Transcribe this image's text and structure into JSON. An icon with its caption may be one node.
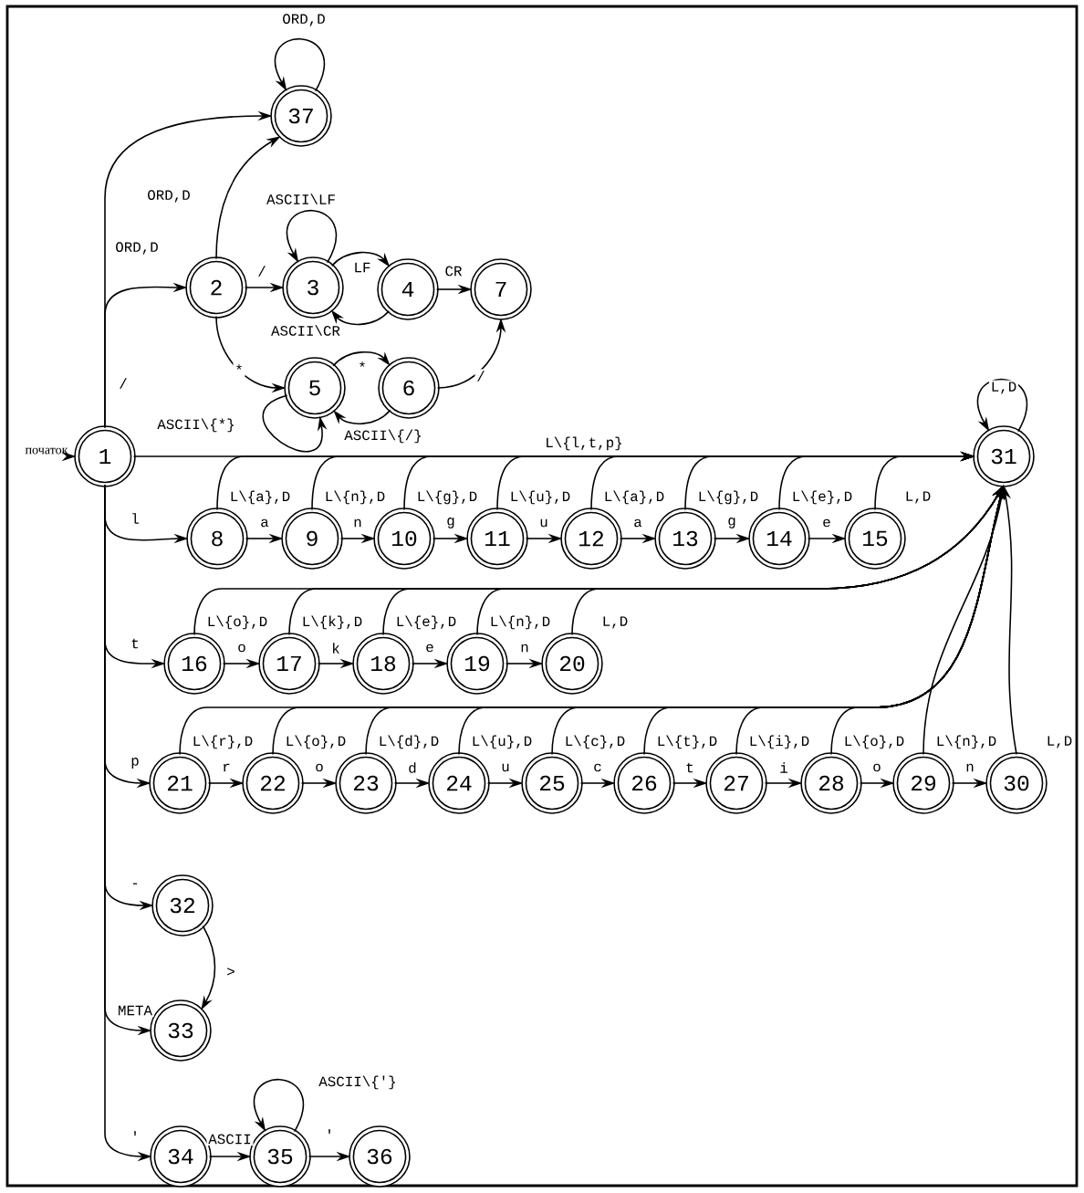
{
  "diagram": {
    "nodes": [
      {
        "text": [
          "1"
        ]
      },
      {
        "text": [
          "2"
        ]
      },
      {
        "text": [
          "3"
        ]
      },
      {
        "text": [
          "4"
        ]
      },
      {
        "text": [
          "5"
        ]
      },
      {
        "text": [
          "6"
        ]
      },
      {
        "text": [
          "7"
        ]
      },
      {
        "text": [
          "8"
        ]
      },
      {
        "text": [
          "9"
        ]
      },
      {
        "text": [
          "10"
        ]
      },
      {
        "text": [
          "11"
        ]
      },
      {
        "text": [
          "12"
        ]
      },
      {
        "text": [
          "13"
        ]
      },
      {
        "text": [
          "14"
        ]
      },
      {
        "text": [
          "15"
        ]
      },
      {
        "text": [
          "16"
        ]
      },
      {
        "text": [
          "17"
        ]
      },
      {
        "text": [
          "18"
        ]
      },
      {
        "text": [
          "19"
        ]
      },
      {
        "text": [
          "20"
        ]
      },
      {
        "text": [
          "21"
        ]
      },
      {
        "text": [
          "22"
        ]
      },
      {
        "text": [
          "23"
        ]
      },
      {
        "text": [
          "24"
        ]
      },
      {
        "text": [
          "25"
        ]
      },
      {
        "text": [
          "26"
        ]
      },
      {
        "text": [
          "27"
        ]
      },
      {
        "text": [
          "28"
        ]
      },
      {
        "text": [
          "29"
        ]
      },
      {
        "text": [
          "30"
        ]
      },
      {
        "text": [
          "31"
        ]
      },
      {
        "text": [
          "32"
        ]
      },
      {
        "text": [
          "33"
        ]
      },
      {
        "text": [
          "34"
        ]
      },
      {
        "text": [
          "35"
        ]
      },
      {
        "text": [
          "36"
        ]
      },
      {
        "text": [
          "37"
        ]
      },
      {
        "text": [
          "початок"
        ]
      }
    ],
    "edges": [
      {
        "from": 37,
        "to": 0,
        "arrow": "to"
      },
      {
        "from": 0,
        "to": 36,
        "arrow": "to",
        "label": "ORD,D"
      },
      {
        "from": 0,
        "to": 1,
        "arrow": "to",
        "label": "/"
      },
      {
        "from": 1,
        "to": 36,
        "arrow": "to",
        "label": "ORD,D"
      },
      {
        "from": 36,
        "to": 36,
        "arrow": "to",
        "label": "ORD,D"
      },
      {
        "from": 1,
        "to": 2,
        "arrow": "to",
        "label": "/"
      },
      {
        "from": 2,
        "to": 2,
        "arrow": "to",
        "label": "ASCII\\LF"
      },
      {
        "from": 2,
        "to": 3,
        "arrow": "to",
        "label": "LF"
      },
      {
        "from": 3,
        "to": 2,
        "arrow": "to",
        "label": "ASCII\\CR"
      },
      {
        "from": 3,
        "to": 6,
        "arrow": "to",
        "label": "CR"
      },
      {
        "from": 1,
        "to": 4,
        "arrow": "to",
        "label": "*"
      },
      {
        "from": 4,
        "to": 5,
        "arrow": "to",
        "label": "*"
      },
      {
        "from": 5,
        "to": 4,
        "arrow": "to",
        "label": "ASCII\\{/}"
      },
      {
        "from": 4,
        "to": 4,
        "arrow": "to",
        "label": "ASCII\\{*}"
      },
      {
        "from": 5,
        "to": 6,
        "arrow": "to",
        "label": "/"
      },
      {
        "from": 0,
        "to": 30,
        "arrow": "to",
        "label": "L\\{l,t,p}"
      },
      {
        "from": 0,
        "to": 7,
        "arrow": "to",
        "label": "l"
      },
      {
        "from": 7,
        "to": 8,
        "arrow": "to",
        "label": "a"
      },
      {
        "from": 8,
        "to": 9,
        "arrow": "to",
        "label": "n"
      },
      {
        "from": 9,
        "to": 10,
        "arrow": "to",
        "label": "g"
      },
      {
        "from": 10,
        "to": 11,
        "arrow": "to",
        "label": "u"
      },
      {
        "from": 11,
        "to": 12,
        "arrow": "to",
        "label": "a"
      },
      {
        "from": 12,
        "to": 13,
        "arrow": "to",
        "label": "g"
      },
      {
        "from": 13,
        "to": 14,
        "arrow": "to",
        "label": "e"
      },
      {
        "from": 7,
        "to": 30,
        "arrow": "to",
        "label": "L\\{a},D"
      },
      {
        "from": 8,
        "to": 30,
        "arrow": "to",
        "label": "L\\{n},D"
      },
      {
        "from": 9,
        "to": 30,
        "arrow": "to",
        "label": "L\\{g},D"
      },
      {
        "from": 10,
        "to": 30,
        "arrow": "to",
        "label": "L\\{u},D"
      },
      {
        "from": 11,
        "to": 30,
        "arrow": "to",
        "label": "L\\{a},D"
      },
      {
        "from": 12,
        "to": 30,
        "arrow": "to",
        "label": "L\\{g},D"
      },
      {
        "from": 13,
        "to": 30,
        "arrow": "to",
        "label": "L\\{e},D"
      },
      {
        "from": 14,
        "to": 30,
        "arrow": "to",
        "label": "L,D"
      },
      {
        "from": 30,
        "to": 30,
        "arrow": "to",
        "label": "L,D"
      },
      {
        "from": 0,
        "to": 15,
        "arrow": "to",
        "label": "t"
      },
      {
        "from": 15,
        "to": 16,
        "arrow": "to",
        "label": "o"
      },
      {
        "from": 16,
        "to": 17,
        "arrow": "to",
        "label": "k"
      },
      {
        "from": 17,
        "to": 18,
        "arrow": "to",
        "label": "e"
      },
      {
        "from": 18,
        "to": 19,
        "arrow": "to",
        "label": "n"
      },
      {
        "from": 15,
        "to": 30,
        "arrow": "to",
        "label": "L\\{o},D"
      },
      {
        "from": 16,
        "to": 30,
        "arrow": "to",
        "label": "L\\{k},D"
      },
      {
        "from": 17,
        "to": 30,
        "arrow": "to",
        "label": "L\\{e},D"
      },
      {
        "from": 18,
        "to": 30,
        "arrow": "to",
        "label": "L\\{n},D"
      },
      {
        "from": 19,
        "to": 30,
        "arrow": "to",
        "label": "L,D"
      },
      {
        "from": 0,
        "to": 20,
        "arrow": "to",
        "label": "p"
      },
      {
        "from": 20,
        "to": 21,
        "arrow": "to",
        "label": "r"
      },
      {
        "from": 21,
        "to": 22,
        "arrow": "to",
        "label": "o"
      },
      {
        "from": 22,
        "to": 23,
        "arrow": "to",
        "label": "d"
      },
      {
        "from": 23,
        "to": 24,
        "arrow": "to",
        "label": "u"
      },
      {
        "from": 24,
        "to": 25,
        "arrow": "to",
        "label": "c"
      },
      {
        "from": 25,
        "to": 26,
        "arrow": "to",
        "label": "t"
      },
      {
        "from": 26,
        "to": 27,
        "arrow": "to",
        "label": "i"
      },
      {
        "from": 27,
        "to": 28,
        "arrow": "to",
        "label": "o"
      },
      {
        "from": 28,
        "to": 29,
        "arrow": "to",
        "label": "n"
      },
      {
        "from": 20,
        "to": 30,
        "arrow": "to",
        "label": "L\\{r},D"
      },
      {
        "from": 21,
        "to": 30,
        "arrow": "to",
        "label": "L\\{o},D"
      },
      {
        "from": 22,
        "to": 30,
        "arrow": "to",
        "label": "L\\{d},D"
      },
      {
        "from": 23,
        "to": 30,
        "arrow": "to",
        "label": "L\\{u},D"
      },
      {
        "from": 24,
        "to": 30,
        "arrow": "to",
        "label": "L\\{c},D"
      },
      {
        "from": 25,
        "to": 30,
        "arrow": "to",
        "label": "L\\{t},D"
      },
      {
        "from": 26,
        "to": 30,
        "arrow": "to",
        "label": "L\\{i},D"
      },
      {
        "from": 27,
        "to": 30,
        "arrow": "to",
        "label": "L\\{o},D"
      },
      {
        "from": 28,
        "to": 30,
        "arrow": "to",
        "label": "L\\{n},D"
      },
      {
        "from": 29,
        "to": 30,
        "arrow": "to",
        "label": "L,D"
      },
      {
        "from": 0,
        "to": 31,
        "arrow": "to",
        "label": "-"
      },
      {
        "from": 31,
        "to": 32,
        "arrow": "to",
        "label": ">"
      },
      {
        "from": 0,
        "to": 32,
        "arrow": "to",
        "label": "META"
      },
      {
        "from": 0,
        "to": 33,
        "arrow": "to",
        "label": "'"
      },
      {
        "from": 33,
        "to": 34,
        "arrow": "to",
        "label": "ASCII"
      },
      {
        "from": 34,
        "to": 34,
        "arrow": "to",
        "label": "ASCII\\{'}"
      },
      {
        "from": 34,
        "to": 35,
        "arrow": "to",
        "label": "'"
      }
    ]
  }
}
